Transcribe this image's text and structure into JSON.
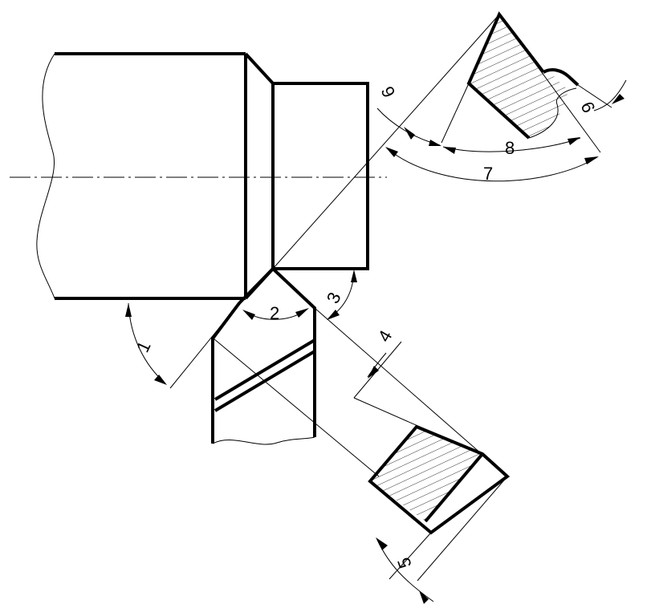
{
  "labels": {
    "angle_1": "1",
    "angle_2": "2",
    "angle_3": "3",
    "angle_4": "4",
    "angle_5": "5",
    "angle_6": "6",
    "angle_7": "7",
    "angle_8": "8",
    "angle_9": "9"
  },
  "colors": {
    "line": "#000000",
    "background": "#ffffff"
  }
}
